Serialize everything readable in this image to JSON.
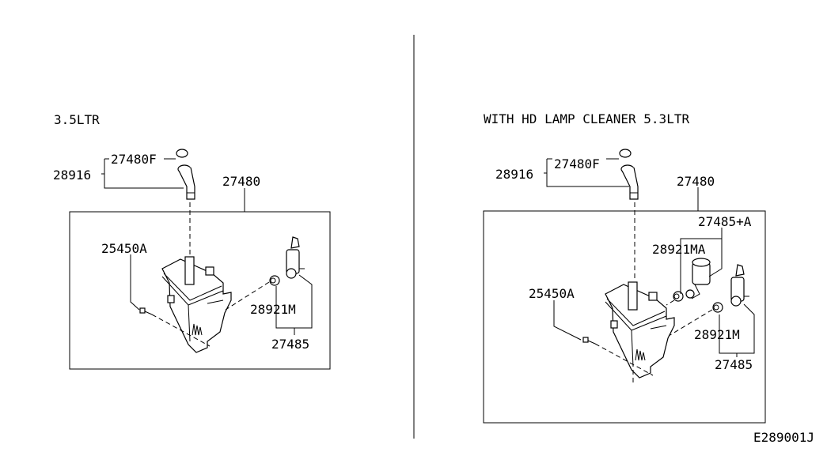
{
  "left_panel": {
    "title": "3.5LTR",
    "labels": {
      "cap": "27480F",
      "filler_neck": "28916",
      "tank": "27480",
      "bolt": "25450A",
      "grommet": "28921M",
      "pump": "27485"
    }
  },
  "right_panel": {
    "title": "WITH HD LAMP CLEANER  5.3LTR",
    "labels": {
      "cap": "27480F",
      "filler_neck": "28916",
      "tank": "27480",
      "lamp_pump": "27485+A",
      "lamp_grommet": "28921MA",
      "bolt": "25450A",
      "grommet": "28921M",
      "pump": "27485"
    }
  },
  "diagram_code": "E289001J",
  "colors": {
    "line": "#000000",
    "background": "#ffffff"
  }
}
